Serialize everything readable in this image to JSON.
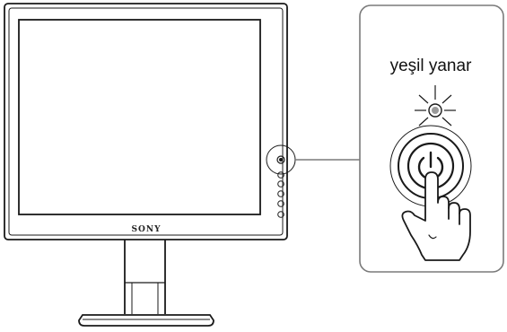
{
  "monitor": {
    "brand": "SONY",
    "side_buttons": [
      "power-button",
      "button-1",
      "button-2",
      "button-3",
      "button-4",
      "button-5"
    ]
  },
  "callout": {
    "label": "yeşil yanar",
    "icons": [
      "power-symbol-icon",
      "finger-press-icon",
      "green-led-icon"
    ]
  },
  "colors": {
    "stroke": "#1a1a1a",
    "screen_fill": "#ffffff",
    "callout_border": "#7a7a7a"
  }
}
